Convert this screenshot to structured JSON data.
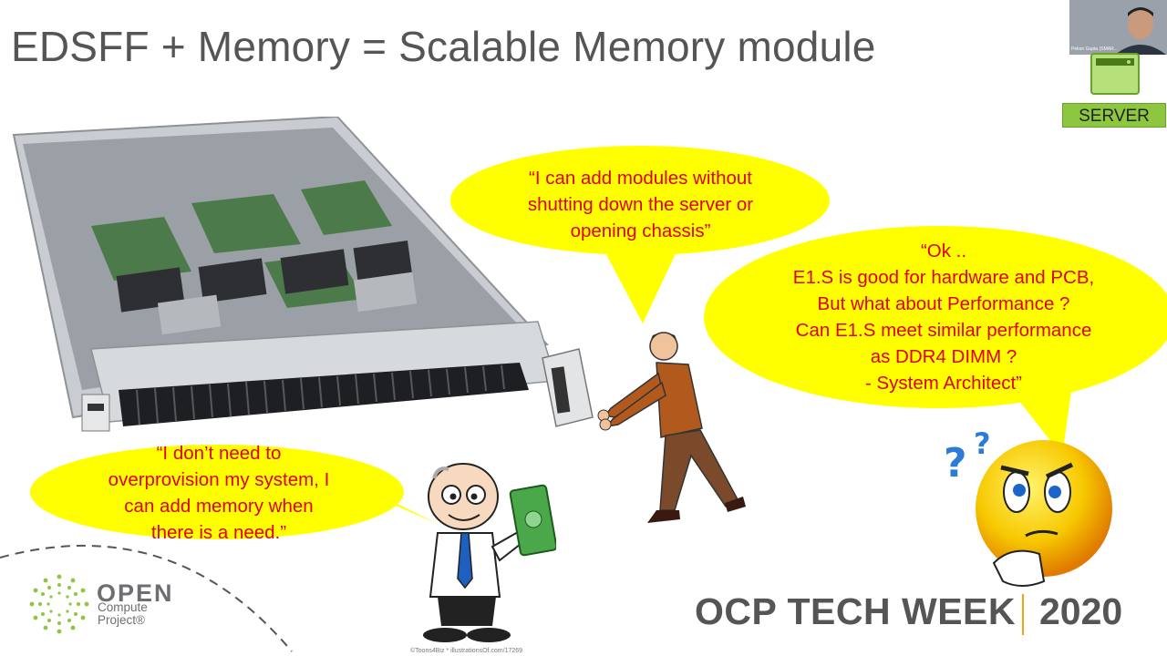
{
  "slide": {
    "title": "EDSFF + Memory = Scalable Memory module"
  },
  "bubbles": {
    "top": "“I can add modules without\nshutting down the server or\nopening chassis”",
    "right": "“Ok ..\nE1.S is good for hardware and PCB,\nBut what about Performance ?\nCan E1.S meet similar performance\nas DDR4 DIMM ?\n- System Architect”",
    "left": "“I don’t need to\noverprovision my system, I\ncan add memory when\nthere is a need.”"
  },
  "illustration_credit": "©Toons4Biz * illustrationsOf.com/17269",
  "webcam": {
    "participant_name": "Pekon Gupta (SMAR..."
  },
  "server_widget": {
    "label": "SERVER"
  },
  "footer": {
    "logo_word": "OPEN",
    "logo_line1": "Compute",
    "logo_line2": "Project®",
    "event_left": "OCP TECH WEEK",
    "event_right": "2020"
  },
  "colors": {
    "bubble_fill": "#ffff00",
    "bubble_text": "#e0000f",
    "title_text": "#555555",
    "server_button": "#8dc63f",
    "ocp_green": "#8dc63f",
    "event_accent": "#f1a20d"
  }
}
